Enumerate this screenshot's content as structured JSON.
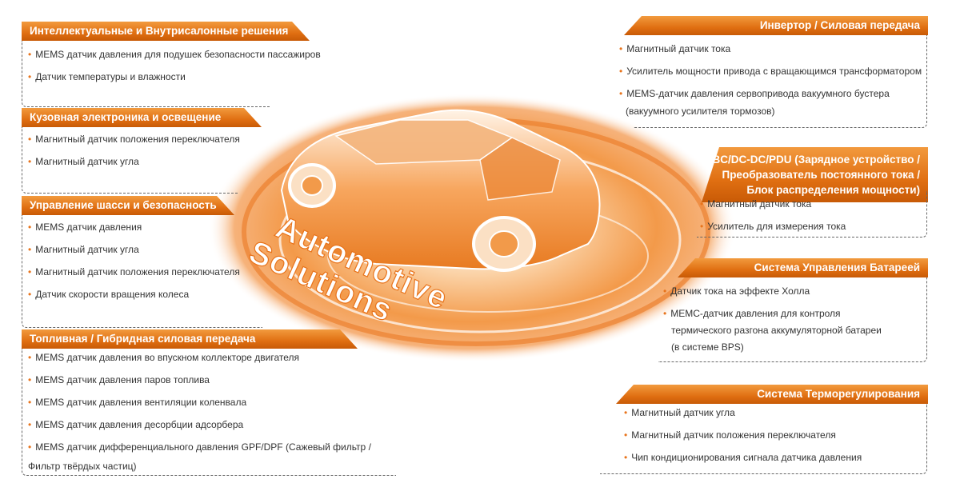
{
  "brand_color": "#e8741c",
  "centre_text": {
    "line1": "Automotive",
    "line2": "Solutions"
  },
  "panels": {
    "intelligent": {
      "title": "Интеллектуальные и Внутрисалонные решения",
      "items": [
        "MEMS датчик давления для подушек безопасности пассажиров",
        "Датчик температуры и влажности"
      ]
    },
    "body": {
      "title": "Кузовная электроника и освещение",
      "items": [
        "Магнитный датчик положения переключателя",
        "Магнитный датчик угла"
      ]
    },
    "chassis": {
      "title": "Управление шасси и безопасность",
      "items": [
        "MEMS датчик давления",
        "Магнитный датчик угла",
        "Магнитный датчик положения переключателя",
        "Датчик скорости вращения колеса"
      ]
    },
    "fuel": {
      "title": "Топливная / Гибридная силовая передача",
      "items": [
        "MEMS датчик давления во впускном коллекторе двигателя",
        "MEMS датчик давления паров топлива",
        "MEMS датчик давления вентиляции коленвала",
        "MEMS датчик давления десорбции адсорбера",
        "MEMS датчик дифференциального давления GPF/DPF (Сажевый фильтр /",
        "Фильтр твёрдых частиц)"
      ]
    },
    "inverter": {
      "title": "Инвертор / Силовая передача",
      "items": [
        "Магнитный датчик тока",
        "Усилитель мощности привода с вращающимся трансформатором",
        "MEMS-датчик давления сервопривода  вакуумного бустера",
        "(вакуумного усилителя тормозов)"
      ]
    },
    "obc": {
      "title_lines": [
        "OBC/DC-DC/PDU (Зарядное устройство /",
        "Преобразователь постоянного тока /",
        "Блок распределения мощности)"
      ],
      "items": [
        "Магнитный датчик тока",
        "Усилитель для измерения тока"
      ]
    },
    "bms": {
      "title": "Система Управления Батареей",
      "items": [
        "Датчик тока на эффекте Холла",
        "МЕМС-датчик давления для контроля",
        "термического разгона аккумуляторной батареи",
        "(в системе BPS)"
      ]
    },
    "thermal": {
      "title": "Система Терморегулирования",
      "items": [
        "Магнитный датчик угла",
        "Магнитный датчик положения переключателя",
        "Чип кондиционирования сигнала датчика давления"
      ]
    }
  }
}
